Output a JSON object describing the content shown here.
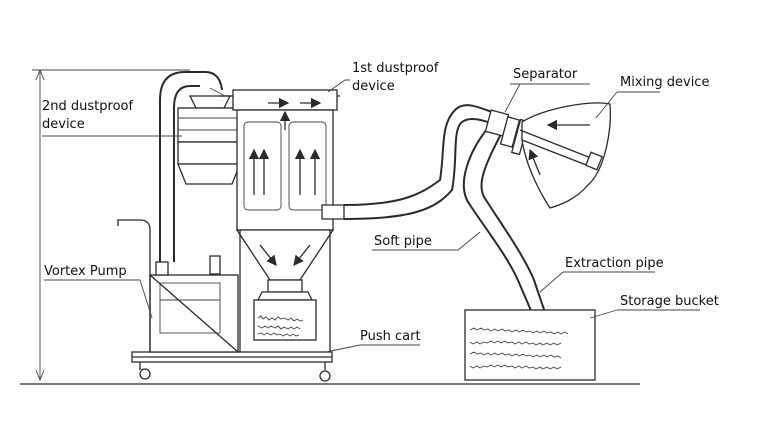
{
  "labels": {
    "first_dustproof_line1": "1st dustproof",
    "first_dustproof_line2": "device",
    "second_dustproof_line1": "2nd dustproof",
    "second_dustproof_line2": "device",
    "separator": "Separator",
    "mixing_device": "Mixing device",
    "soft_pipe": "Soft pipe",
    "vortex_pump": "Vortex Pump",
    "extraction_pipe": "Extraction pipe",
    "storage_bucket": "Storage bucket",
    "push_cart": "Push cart"
  }
}
